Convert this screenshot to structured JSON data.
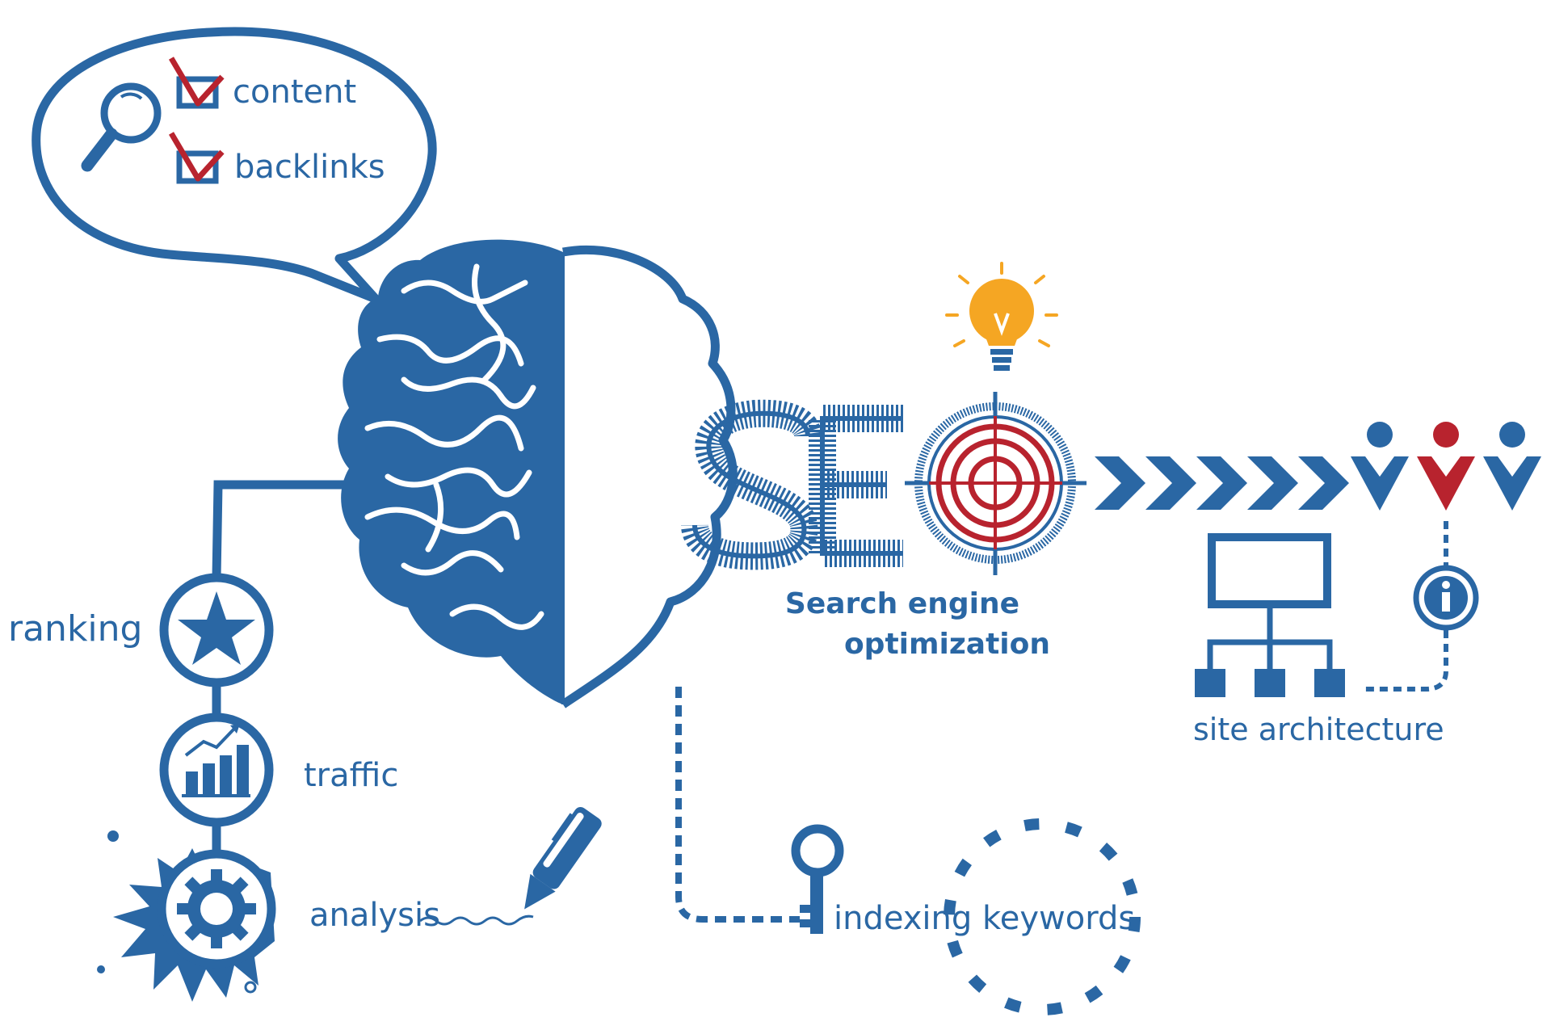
{
  "colors": {
    "primary": "#2a67a4",
    "accent_red": "#b8232e",
    "bulb": "#f5a623",
    "background": "#ffffff"
  },
  "bubble": {
    "icon": "magnifier-icon",
    "items": [
      {
        "label": "content",
        "icon": "checked-box-icon"
      },
      {
        "label": "backlinks",
        "icon": "checked-box-icon"
      }
    ]
  },
  "logo": {
    "letters": "SEO",
    "subtitle_line1": "Search engine",
    "subtitle_line2": "optimization",
    "icons": [
      "brain-icon",
      "target-icon",
      "lightbulb-icon"
    ]
  },
  "left_chain": [
    {
      "label": "ranking",
      "icon": "star-icon"
    },
    {
      "label": "traffic",
      "icon": "bar-chart-icon"
    },
    {
      "label": "analysis",
      "icon": "gear-icon"
    }
  ],
  "keywords": {
    "label": "indexing keywords",
    "icon": "key-icon"
  },
  "site": {
    "label": "site architecture",
    "icons": [
      "sitemap-icon",
      "info-icon",
      "users-icon",
      "chevron-arrows-icon"
    ]
  }
}
